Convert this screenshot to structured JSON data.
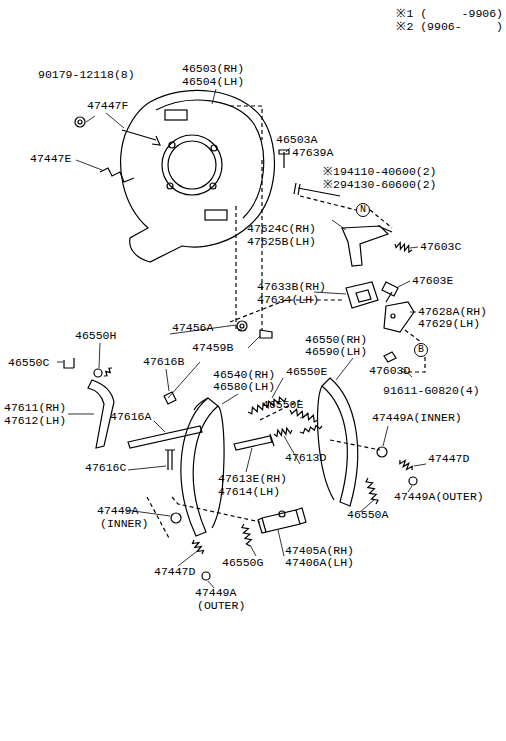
{
  "diagram": {
    "nodes": [
      {
        "text": [
          "N"
        ]
      },
      {
        "text": [
          "B"
        ]
      }
    ],
    "labels": [
      "※1 (     -9906)",
      "※2 (9906-     )",
      "90179-12118(8)",
      "46503(RH)",
      "46504(LH)",
      "47447F",
      "47447E",
      "46503A",
      "47639A",
      "※194110-40600(2)",
      "※294130-60600(2)",
      "47624C(RH)",
      "47625B(LH)",
      "47603C",
      "47603E",
      "47633B(RH)",
      "47634(LH)",
      "47628A(RH)",
      "47629(LH)",
      "46550H",
      "47456A",
      "47459B",
      "46550(RH)",
      "46590(LH)",
      "46550C",
      "47616B",
      "46540(RH)",
      "46580(LH)",
      "46550E",
      "47603D",
      "91611-G0820(4)",
      "47611(RH)",
      "47612(LH)",
      "47616A",
      "46550E",
      "47449A(INNER)",
      "47613D",
      "47447D",
      "47616C",
      "47613E(RH)",
      "47614(LH)",
      "47449A(OUTER)",
      "47449A",
      "(INNER)",
      "46550A",
      "47405A(RH)",
      "47406A(LH)",
      "46550G",
      "47447D",
      "47449A",
      "(OUTER)"
    ]
  }
}
